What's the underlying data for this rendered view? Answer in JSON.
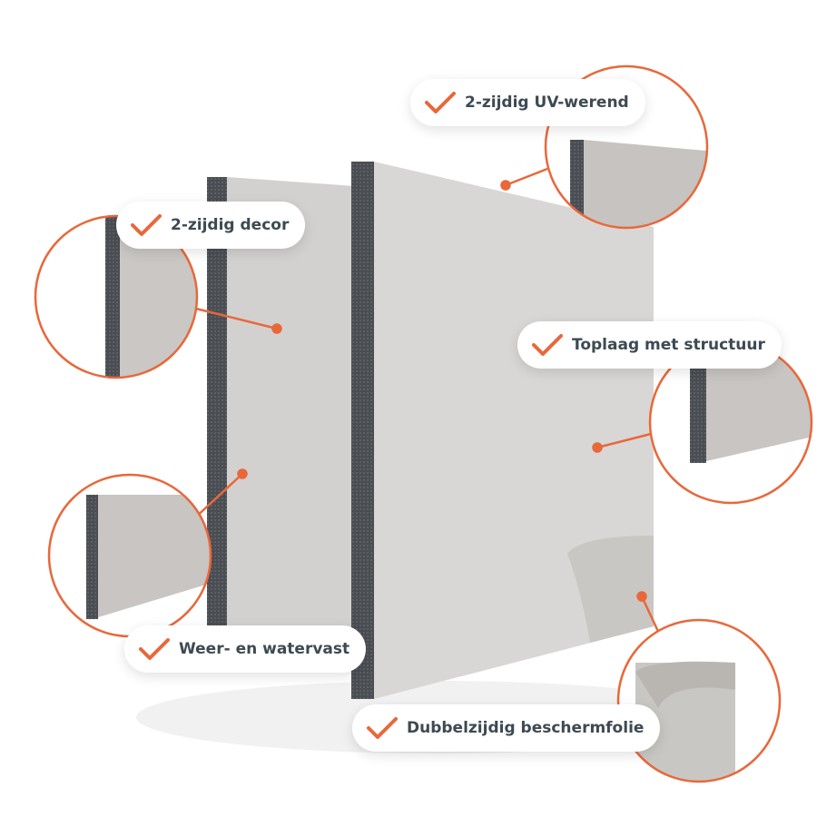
{
  "colors": {
    "accent": "#e8683a",
    "text": "#3d4a52",
    "panel": "#d6d5d3",
    "edge": "#4a4d52"
  },
  "features": [
    {
      "label": "2-zijdig UV-werend",
      "icon": "checkmark-icon"
    },
    {
      "label": "2-zijdig decor",
      "icon": "checkmark-icon"
    },
    {
      "label": "Toplaag met structuur",
      "icon": "checkmark-icon"
    },
    {
      "label": "Weer- en watervast",
      "icon": "checkmark-icon"
    },
    {
      "label": "Dubbelzijdig beschermfolie",
      "icon": "checkmark-icon"
    }
  ]
}
